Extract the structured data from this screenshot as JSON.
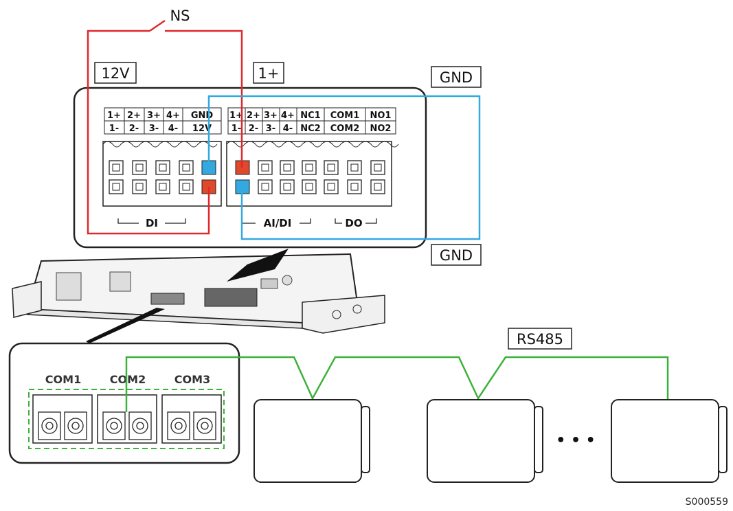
{
  "labels": {
    "ns": "NS",
    "v12": "12V",
    "in1plus": "1+",
    "gnd_top": "GND",
    "gnd_bottom": "GND",
    "rs485": "RS485",
    "figure_id": "S000559",
    "group_di": "DI",
    "group_aidi": "AI/DI",
    "group_do": "DO",
    "ellipsis": "• • •"
  },
  "terminal_block_di": {
    "top_row": [
      "1+",
      "2+",
      "3+",
      "4+",
      "GND"
    ],
    "bottom_row": [
      "1-",
      "2-",
      "3-",
      "4-",
      "12V"
    ]
  },
  "terminal_block_aido": {
    "top_row": [
      "1+",
      "2+",
      "3+",
      "4+",
      "NC1",
      "COM1",
      "NO1"
    ],
    "bottom_row": [
      "1-",
      "2-",
      "3-",
      "4-",
      "NC2",
      "COM2",
      "NO2"
    ]
  },
  "com_ports": [
    "COM1",
    "COM2",
    "COM3"
  ],
  "colors": {
    "red_wire": "#e0282b",
    "blue_wire": "#34a9e0",
    "green_wire": "#3cb23a",
    "line": "#222222"
  }
}
